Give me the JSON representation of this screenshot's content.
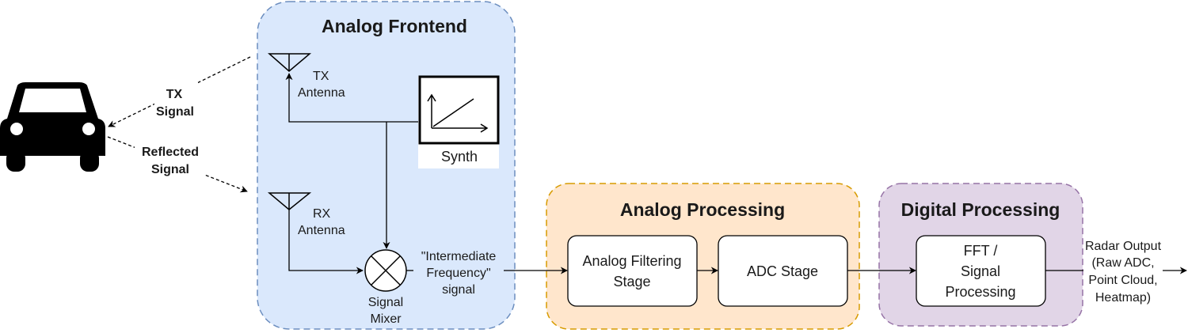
{
  "colors": {
    "frontend_fill": "#dae8fc",
    "frontend_stroke": "#6c8ebf",
    "analog_fill": "#ffe6cc",
    "analog_stroke": "#d79b00",
    "digital_fill": "#e1d5e7",
    "digital_stroke": "#9673a6"
  },
  "target": {
    "icon": "car-icon"
  },
  "links": {
    "tx_signal": [
      "TX",
      "Signal"
    ],
    "reflected_signal": [
      "Reflected",
      "Signal"
    ]
  },
  "frontend": {
    "title": "Analog Frontend",
    "tx_antenna": [
      "TX",
      "Antenna"
    ],
    "rx_antenna": [
      "RX",
      "Antenna"
    ],
    "synth": "Synth",
    "mixer": [
      "Signal",
      "Mixer"
    ],
    "if_signal": [
      "\"Intermediate",
      "Frequency\"",
      "signal"
    ]
  },
  "analog_processing": {
    "title": "Analog Processing",
    "filter": [
      "Analog Filtering",
      "Stage"
    ],
    "adc": "ADC Stage"
  },
  "digital_processing": {
    "title": "Digital Processing",
    "fft": [
      "FFT /",
      "Signal",
      "Processing"
    ]
  },
  "output": [
    "Radar Output",
    "(Raw ADC,",
    "Point Cloud,",
    "Heatmap)"
  ]
}
